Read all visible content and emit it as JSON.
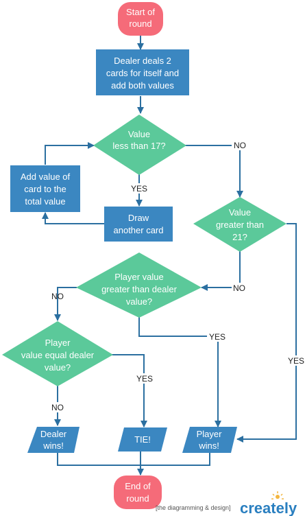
{
  "colors": {
    "terminal": "#f56b79",
    "process": "#3b87c1",
    "decision": "#5bc99a",
    "connector": "#2b6fa0",
    "watermark_brand": "#2a7fc0"
  },
  "nodes": {
    "start": [
      "Start of",
      "round"
    ],
    "deal": [
      "Dealer deals 2",
      "cards for itself and",
      "add both values"
    ],
    "less17": [
      "Value",
      "less than  17?"
    ],
    "draw": [
      "Draw",
      "another card"
    ],
    "addval": [
      "Add value of",
      "card to the",
      "total value"
    ],
    "greater21": [
      "Value",
      "greater  than",
      "21?"
    ],
    "playergt": [
      "Player value",
      "greater than  dealer",
      "value?"
    ],
    "playereq": [
      "Player",
      "value equal  dealer",
      "value?"
    ],
    "dealerwins": [
      "Dealer",
      "wins!"
    ],
    "tie": [
      "TIE!"
    ],
    "playerwins": [
      "Player",
      "wins!"
    ],
    "end": [
      "End of",
      "round"
    ]
  },
  "edges": {
    "less17_no": "NO",
    "less17_yes": "YES",
    "greater21_no": "NO",
    "greater21_yes": "YES",
    "playergt_no": "NO",
    "playergt_yes": "YES",
    "playereq_no": "NO",
    "playereq_yes": "YES"
  },
  "watermark": {
    "tagline": "[the diagramming & design]",
    "brand": "creately"
  }
}
